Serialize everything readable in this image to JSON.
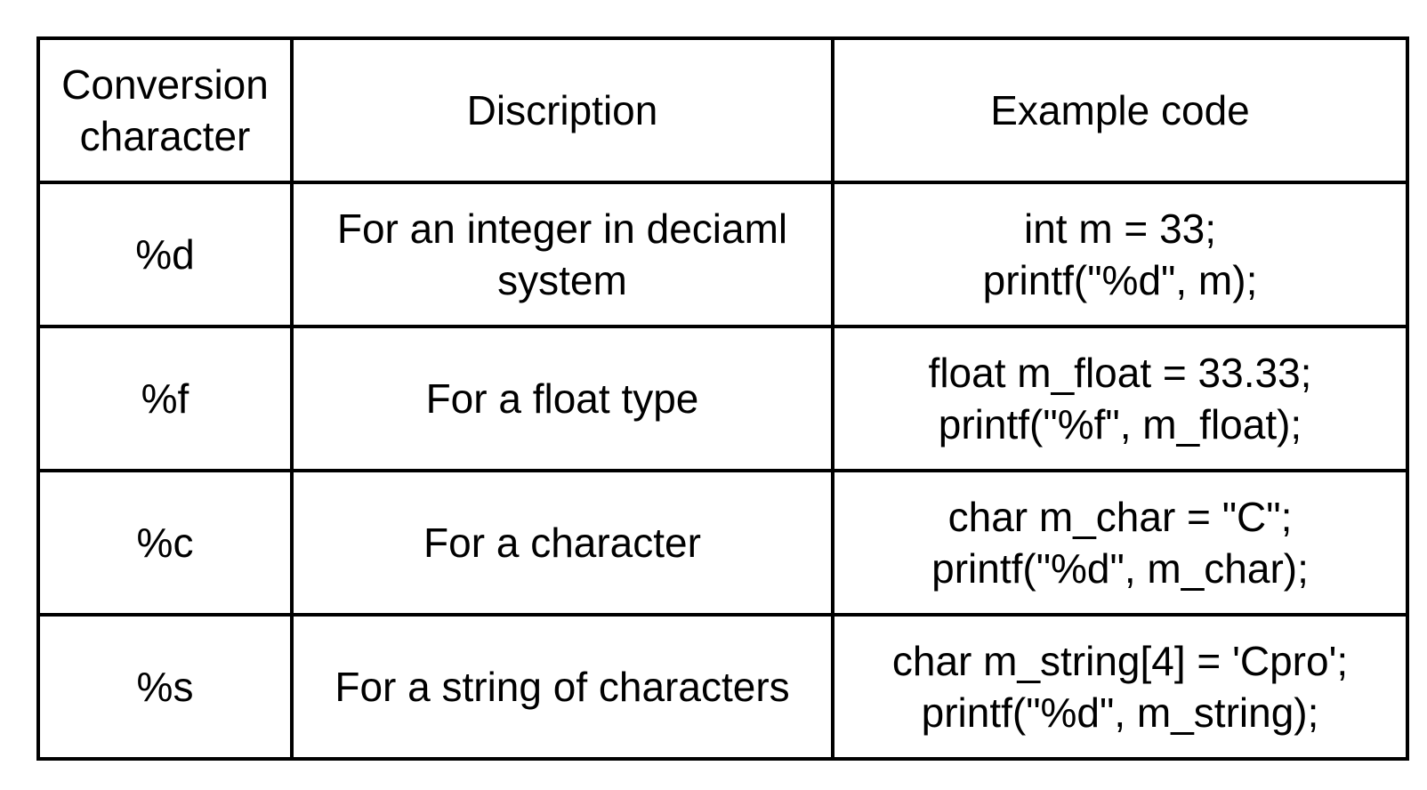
{
  "table": {
    "headers": [
      [
        "Conversion",
        "character"
      ],
      [
        "Discription"
      ],
      [
        "Example code"
      ]
    ],
    "rows": [
      {
        "conversion": "%d",
        "description": [
          "For an integer in deciaml",
          "system"
        ],
        "code": [
          "int m = 33;",
          "printf(\"%d\", m);"
        ]
      },
      {
        "conversion": "%f",
        "description": [
          "For a float type"
        ],
        "code": [
          "float m_float = 33.33;",
          "printf(\"%f\", m_float);"
        ]
      },
      {
        "conversion": "%c",
        "description": [
          "For a character"
        ],
        "code": [
          "char m_char = \"C\";",
          "printf(\"%d\", m_char);"
        ]
      },
      {
        "conversion": "%s",
        "description": [
          "For a string of characters"
        ],
        "code": [
          "char m_string[4] = 'Cpro';",
          "printf(\"%d\", m_string);"
        ]
      }
    ]
  }
}
